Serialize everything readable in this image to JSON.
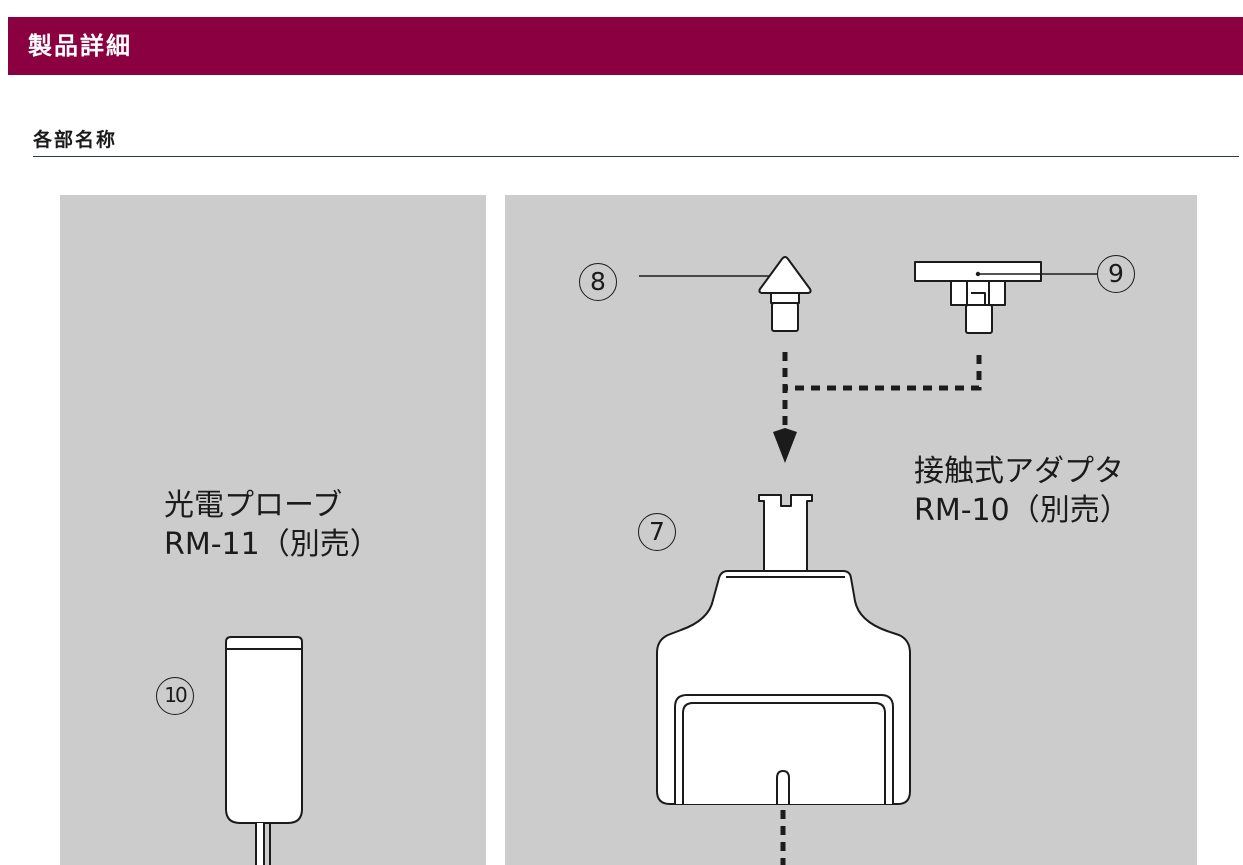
{
  "header": {
    "title": "製品詳細",
    "background_color": "#8a0041"
  },
  "section": {
    "title": "各部名称"
  },
  "left_panel": {
    "caption_line1": "光電プローブ",
    "caption_line2": "RM-11（別売）",
    "part_number": "10"
  },
  "right_panel": {
    "caption_line1": "接触式アダプタ",
    "caption_line2": "RM-10（別売）",
    "part_numbers": {
      "cone_tip": "8",
      "wheel_tip": "9",
      "shaft": "7"
    }
  }
}
